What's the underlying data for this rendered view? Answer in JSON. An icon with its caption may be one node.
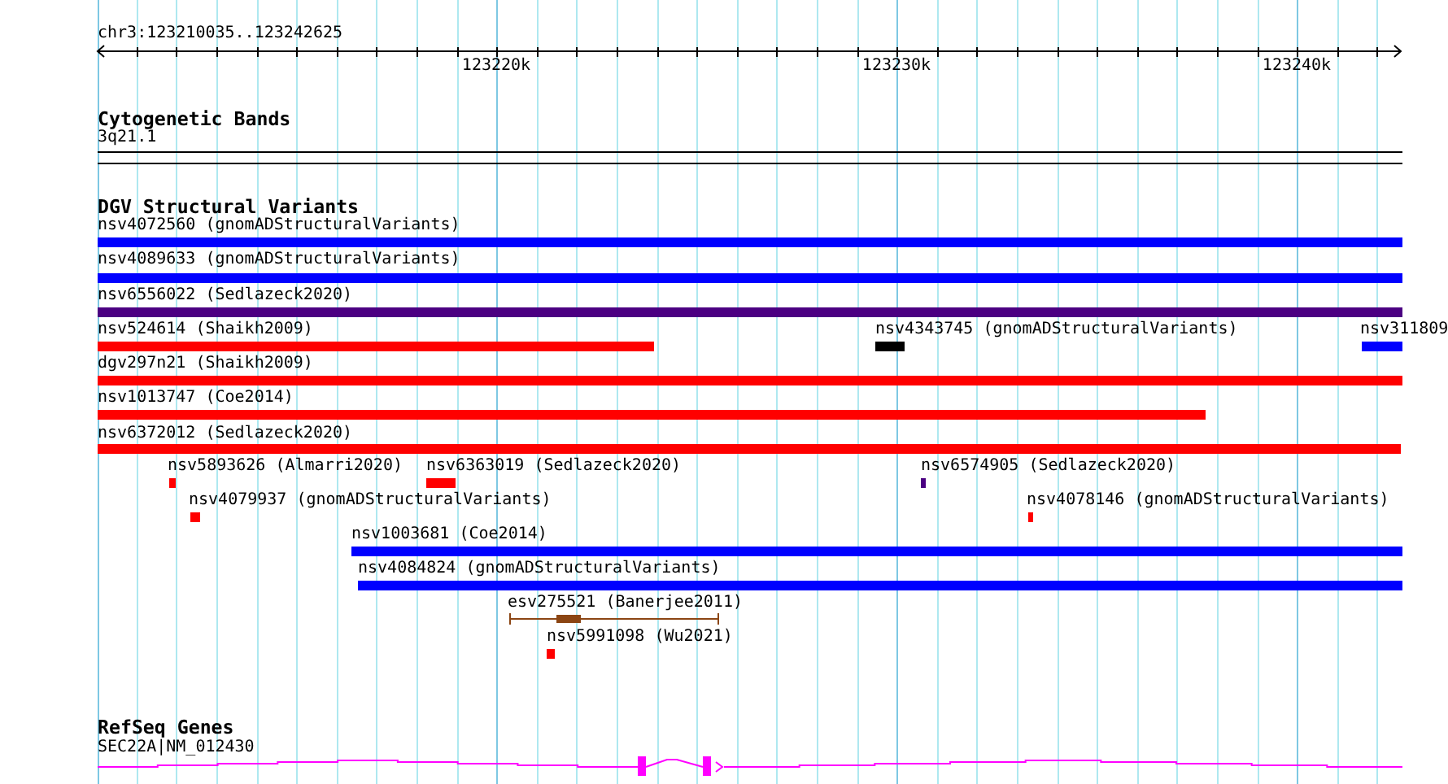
{
  "diagram": {
    "nodes": [
      {
        "text": [
          "3q21.1"
        ]
      },
      {
        "text": [
          "nsv4072560 (gnomADStructuralVariants)"
        ]
      },
      {
        "text": [
          "nsv4089633 (gnomADStructuralVariants)"
        ]
      },
      {
        "text": [
          "nsv6556022 (Sedlazeck2020)"
        ]
      },
      {
        "text": [
          "nsv524614 (Shaikh2009)"
        ]
      },
      {
        "text": [
          "nsv4343745 (gnomADStructuralVariants)"
        ]
      },
      {
        "text": [
          "nsv311809"
        ]
      },
      {
        "text": [
          "dgv297n21 (Shaikh2009)"
        ]
      },
      {
        "text": [
          "nsv1013747 (Coe2014)"
        ]
      },
      {
        "text": [
          "nsv6372012 (Sedlazeck2020)"
        ]
      },
      {
        "text": [
          "nsv5893626 (Almarri2020)"
        ]
      },
      {
        "text": [
          "nsv6363019 (Sedlazeck2020)"
        ]
      },
      {
        "text": [
          "nsv6574905 (Sedlazeck2020)"
        ]
      },
      {
        "text": [
          "nsv4079937 (gnomADStructuralVariants)"
        ]
      },
      {
        "text": [
          "nsv4078146 (gnomADStructuralVariants)"
        ]
      },
      {
        "text": [
          "nsv1003681 (Coe2014)"
        ]
      },
      {
        "text": [
          "nsv4084824 (gnomADStructuralVariants)"
        ]
      },
      {
        "text": [
          "esv275521 (Banerjee2011)"
        ]
      },
      {
        "text": [
          "nsv5991098 (Wu2021)"
        ]
      },
      {
        "text": [
          "SEC22A|NM_012430"
        ]
      }
    ],
    "labels": [
      "chr3:123210035..123242625",
      "123220k",
      "123230k",
      "123240k",
      "Cytogenetic Bands",
      "DGV Structural Variants",
      "RefSeq Genes"
    ]
  }
}
